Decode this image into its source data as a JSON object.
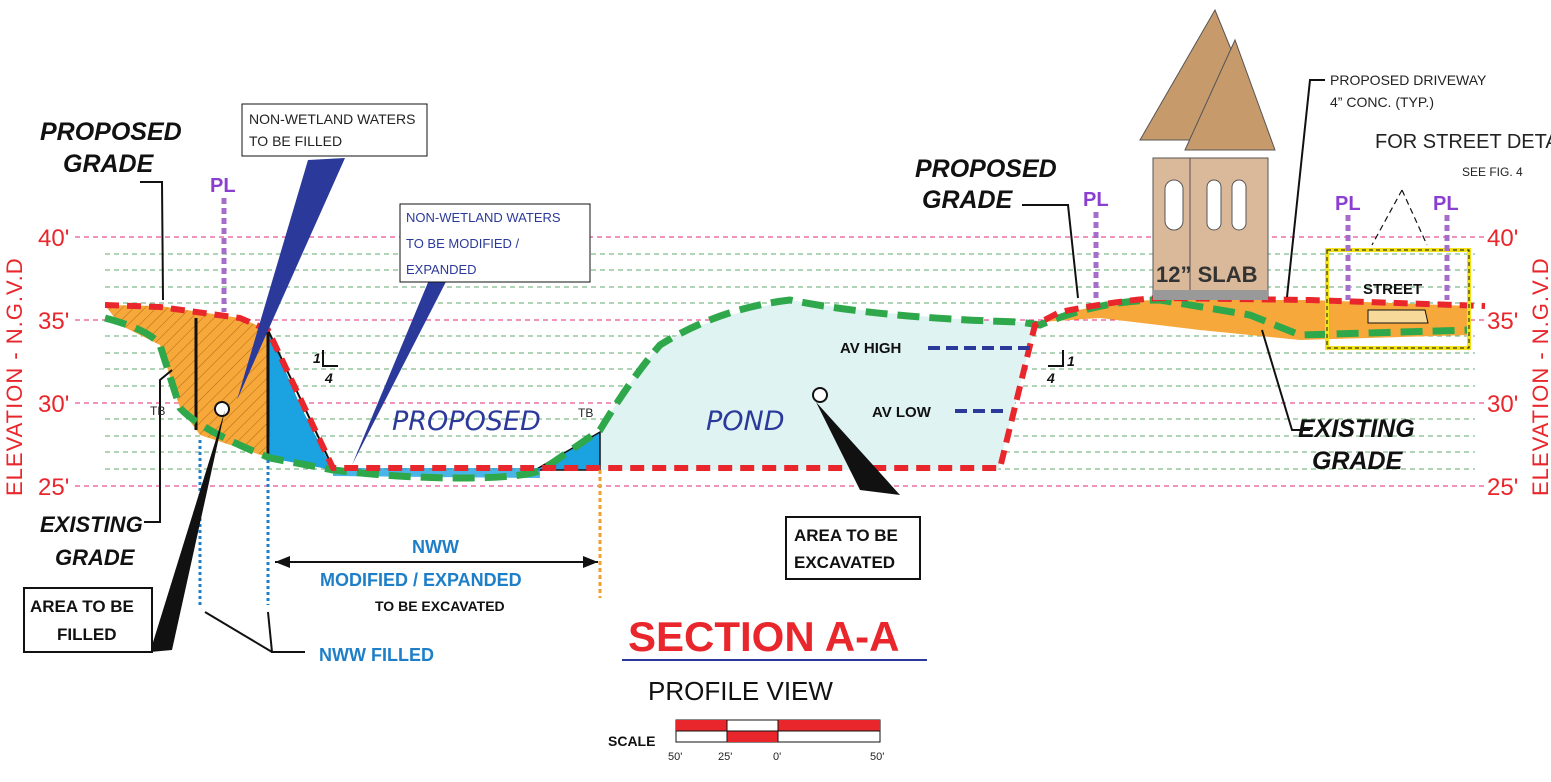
{
  "elevation_axis": {
    "left_title": "ELEVATION - N.G.V.D",
    "right_title": "ELEVATION - N.G.V.D",
    "ticks": [
      "40'",
      "35'",
      "30'",
      "25'"
    ]
  },
  "labels": {
    "proposed_grade_left_1": "PROPOSED",
    "proposed_grade_left_2": "GRADE",
    "proposed_grade_right_1": "PROPOSED",
    "proposed_grade_right_2": "GRADE",
    "existing_grade_left_1": "EXISTING",
    "existing_grade_left_2": "GRADE",
    "existing_grade_right_1": "EXISTING",
    "existing_grade_right_2": "GRADE",
    "nww_filled_box_1": "NON-WETLAND WATERS",
    "nww_filled_box_2": "TO BE FILLED",
    "nww_mod_box_1": "NON-WETLAND WATERS",
    "nww_mod_box_2": "TO BE MODIFIED /",
    "nww_mod_box_3": "EXPANDED",
    "area_filled_1": "AREA TO BE",
    "area_filled_2": "FILLED",
    "area_excavated_1": "AREA TO BE",
    "area_excavated_2": "EXCAVATED",
    "proposed": "PROPOSED",
    "pond": "POND",
    "tb_left": "TB",
    "tb_mid": "TB",
    "av_high": "AV HIGH",
    "av_low": "AV LOW",
    "slope_left_v": "1",
    "slope_left_h": "4",
    "slope_right_v": "1",
    "slope_right_h": "4",
    "nww_1": "NWW",
    "nww_2": "MODIFIED / EXPANDED",
    "nww_3": "TO BE EXCAVATED",
    "nww_filled": "NWW FILLED",
    "slab": "12” SLAB",
    "street": "STREET",
    "driveway_1": "PROPOSED DRIVEWAY",
    "driveway_2": "4” CONC. (TYP.)",
    "street_detail_1": "FOR STREET DETAIL",
    "street_detail_2": "SEE FIG. 4",
    "pl": "PL"
  },
  "title": {
    "main": "SECTION A-A",
    "sub": "PROFILE VIEW"
  },
  "scale": {
    "label": "SCALE",
    "ticks": [
      "50'",
      "25'",
      "0'",
      "50'"
    ]
  },
  "colors": {
    "proposed_grade": "#e8262b",
    "existing_grade": "#2ea84a",
    "fill_area": "#f7a83a",
    "pond": "#dff3f2",
    "nww_fill": "#1aa3e0",
    "elev_lines": "#e0297a",
    "grid_lines": "#2f8f3c"
  }
}
